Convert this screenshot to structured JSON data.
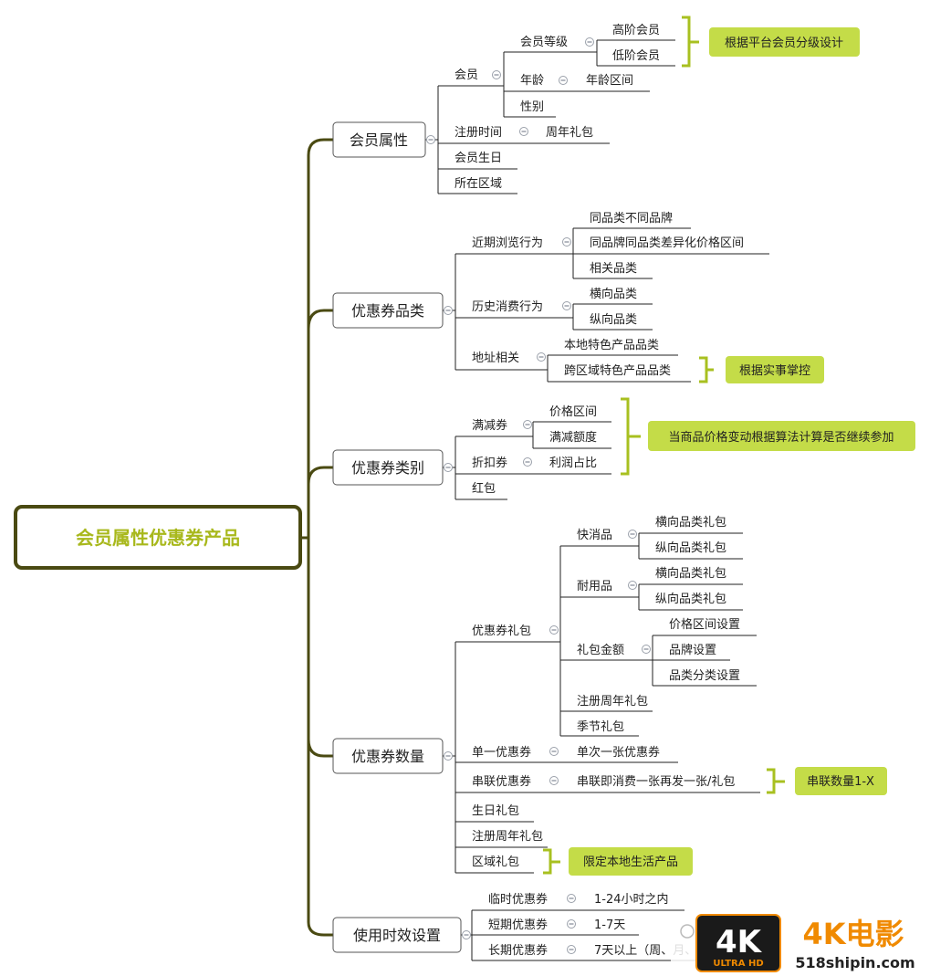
{
  "root": "会员属性优惠券产品",
  "branches": {
    "b1": "会员属性",
    "b2": "优惠券品类",
    "b3": "优惠券类别",
    "b4": "优惠券数量",
    "b5": "使用时效设置"
  },
  "b1": {
    "member": "会员",
    "level": "会员等级",
    "high": "高阶会员",
    "low": "低阶会员",
    "age": "年龄",
    "age_range": "年龄区间",
    "gender": "性别",
    "reg_time": "注册时间",
    "anniv_pack": "周年礼包",
    "birthday": "会员生日",
    "region": "所在区域"
  },
  "b2": {
    "recent": "近期浏览行为",
    "same_cat_diff_brand": "同品类不同品牌",
    "same_brand_price": "同品牌同品类差异化价格区间",
    "related": "相关品类",
    "history": "历史消费行为",
    "horizontal": "横向品类",
    "vertical": "纵向品类",
    "address": "地址相关",
    "local": "本地特色产品品类",
    "cross": "跨区域特色产品品类"
  },
  "b3": {
    "full_reduction": "满减券",
    "price_range": "价格区间",
    "reduction_amount": "满减额度",
    "discount": "折扣券",
    "profit_ratio": "利润占比",
    "red_packet": "红包"
  },
  "b4": {
    "pack": "优惠券礼包",
    "fmcg": "快消品",
    "fmcg_h": "横向品类礼包",
    "fmcg_v": "纵向品类礼包",
    "durable": "耐用品",
    "durable_h": "横向品类礼包",
    "durable_v": "纵向品类礼包",
    "amount": "礼包金额",
    "price_setting": "价格区间设置",
    "brand_setting": "品牌设置",
    "category_setting": "品类分类设置",
    "reg_anniv": "注册周年礼包",
    "season": "季节礼包",
    "single": "单一优惠券",
    "single_desc": "单次一张优惠券",
    "series": "串联优惠券",
    "series_desc": "串联即消费一张再发一张/礼包",
    "birthday_pack": "生日礼包",
    "reg_anniv_pack": "注册周年礼包",
    "region_pack": "区域礼包"
  },
  "b5": {
    "temp": "临时优惠券",
    "temp_desc": "1-24小时之内",
    "short": "短期优惠券",
    "short_desc": "1-7天",
    "long": "长期优惠券",
    "long_desc": "7天以上（周、月、"
  },
  "notes": {
    "n1": "根据平台会员分级设计",
    "n2": "根据实事掌控",
    "n3": "当商品价格变动根据算法计算是否继续参加",
    "n4": "串联数量1-X",
    "n5": "限定本地生活产品"
  },
  "watermark": {
    "badge_top": "4K",
    "badge_bottom": "ULTRA HD",
    "brand": "4K电影",
    "site": "518shipin.com"
  },
  "colors": {
    "branch_line": "#4a4a12",
    "root_border": "#4a4a12",
    "root_text": "#a8b81c",
    "note_fill": "#c4dc48",
    "bracket": "#a8c020",
    "watermark_orange": "#f08a00"
  }
}
